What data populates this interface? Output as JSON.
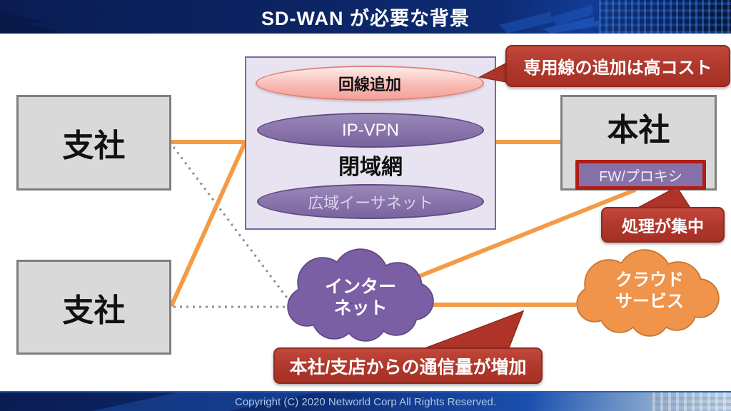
{
  "header": {
    "title": "SD-WAN が必要な背景"
  },
  "footer": {
    "copyright": "Copyright (C) 2020 Networld Corp All Rights Reserved."
  },
  "nodes": {
    "branch_top": {
      "label": "支社"
    },
    "branch_bottom": {
      "label": "支社"
    },
    "hq": {
      "label": "本社",
      "fw_proxy": "FW/プロキシ"
    },
    "closed_network": {
      "label": "閉域網",
      "line_add": "回線追加",
      "ip_vpn": "IP-VPN",
      "wide_ethernet": "広域イーサネット"
    },
    "internet": {
      "line1": "インター",
      "line2": "ネット"
    },
    "cloud_service": {
      "line1": "クラウド",
      "line2": "サービス"
    }
  },
  "callouts": {
    "high_cost": "専用線の追加は高コスト",
    "processing_concentrated": "処理が集中",
    "traffic_increase": "本社/支店からの通信量が増加"
  },
  "colors": {
    "header_navy": "#0B2161",
    "callout_red": "#B03A2E",
    "callout_red_dark": "#8E2A20",
    "accent_orange": "#F59B45",
    "purple_fill": "#8672A8",
    "purple_dark": "#5F4A85",
    "lavender_bg": "#E7E3F0",
    "pink_fill": "#F5A09A",
    "gray_box": "#D9D9D9",
    "internet_purple": "#7B5FA5",
    "cloud_orange": "#F0944B",
    "fw_border_red": "#B01E14",
    "footer_text": "#A9C7E8"
  }
}
